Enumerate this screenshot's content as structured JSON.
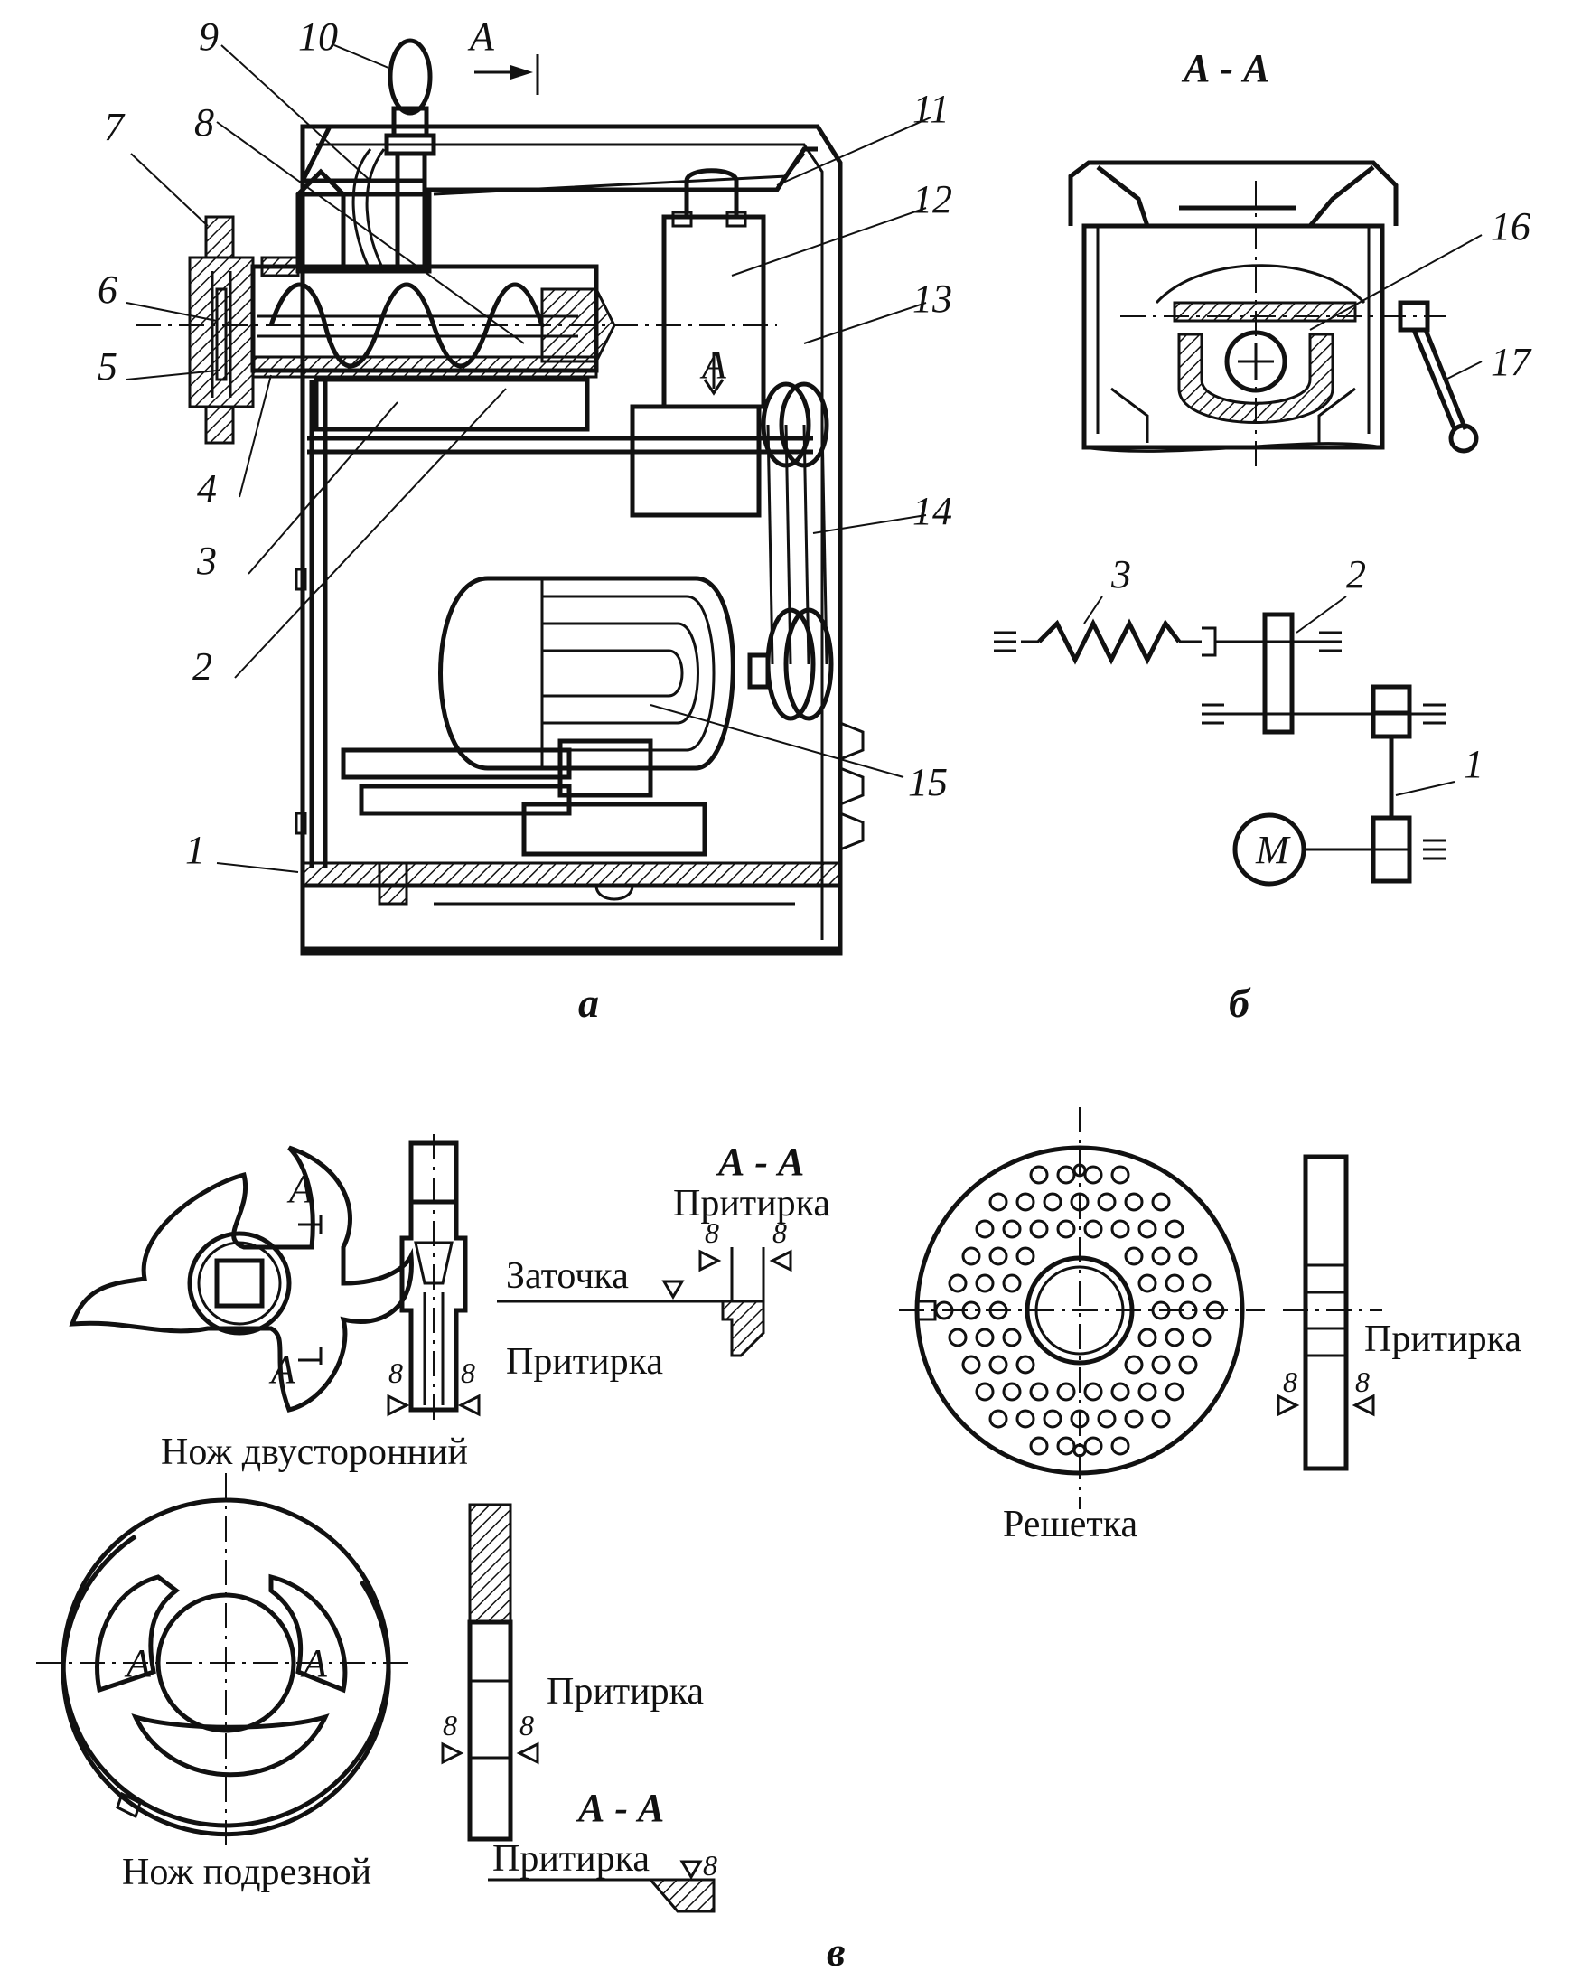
{
  "figure_a": {
    "caption": "а",
    "section_arrow": "А",
    "inner_arrow": "А",
    "callouts": [
      "1",
      "2",
      "3",
      "4",
      "5",
      "6",
      "7",
      "8",
      "9",
      "10",
      "11",
      "12",
      "13",
      "14",
      "15"
    ]
  },
  "figure_b": {
    "caption": "б",
    "section_title": "А - А",
    "callouts": [
      "16",
      "17"
    ],
    "kinematic": {
      "label_3": "3",
      "label_2": "2",
      "label_1": "1",
      "motor": "М"
    }
  },
  "figure_v": {
    "caption": "в",
    "knife_double": {
      "title": "Нож двусторонний",
      "section_mark": "А",
      "section_title": "А - А",
      "lapping_top": "Притирка",
      "sharpening": "Заточка",
      "lapping_bottom": "Притирка",
      "roughness": "8"
    },
    "grid": {
      "title": "Решетка",
      "lapping": "Притирка",
      "roughness": "8"
    },
    "knife_cut": {
      "title": "Нож подрезной",
      "section_mark": "А",
      "lapping": "Притирка",
      "section_title": "А - А",
      "lapping_section": "Притирка",
      "roughness": "8"
    }
  }
}
